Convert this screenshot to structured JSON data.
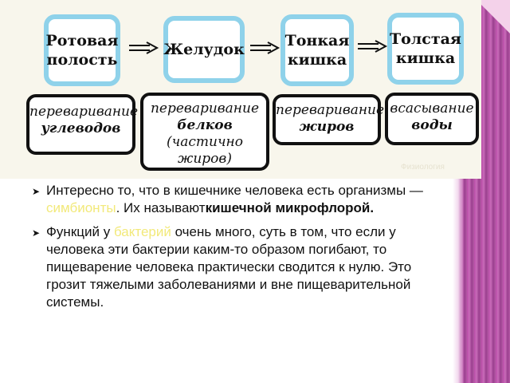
{
  "stages": [
    {
      "label": "Ротовая\nполость"
    },
    {
      "label": "Желудок"
    },
    {
      "label": "Тонкая\nкишка"
    },
    {
      "label": "Толстая\nкишка"
    }
  ],
  "notes": [
    {
      "line1": "переваривание",
      "line2_bold": "углеводов",
      "line2_rest": "",
      "line3": ""
    },
    {
      "line1": "переваривание",
      "line2_bold": "белков",
      "line2_rest": " (частично",
      "line3": "жиров)"
    },
    {
      "line1": "переваривание",
      "line2_bold": "жиров",
      "line2_rest": "",
      "line3": ""
    },
    {
      "line1": "всасывание",
      "line2_bold": "воды",
      "line2_rest": "",
      "line3": ""
    }
  ],
  "credit": "Физиология",
  "bullets": [
    {
      "text_a": "Интересно то, что в кишечнике человека есть организмы — ",
      "highlight": "симбионты",
      "text_b": ". Их называют",
      "bold": "кишечной микрофлорой."
    },
    {
      "text_a": " Функций у ",
      "highlight": "бактерий",
      "text_b": " очень много, суть в том, что если у человека эти бактерии каким-то образом погибают, то пищеварение человека практически сводится к нулю. Это грозит тяжелыми заболеваниями и вне пищеварительной системы.",
      "bold": ""
    }
  ],
  "colors": {
    "stage_border": "#8fd2ea",
    "highlight": "#f2e97a",
    "side_strip": "#b94ba8"
  }
}
